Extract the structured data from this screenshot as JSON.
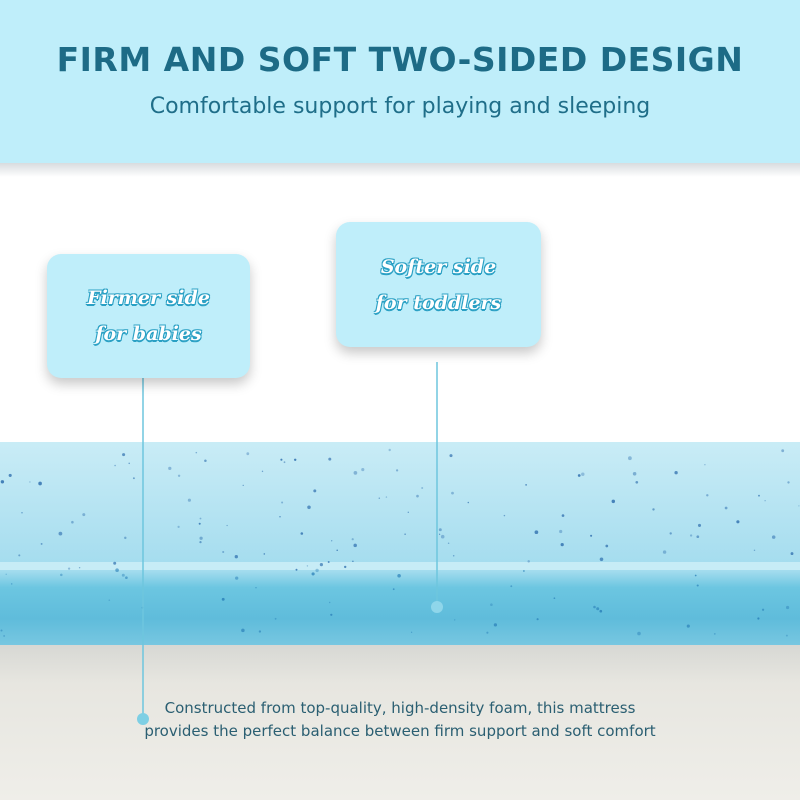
{
  "banner": {
    "title": "FIRM AND SOFT TWO-SIDED DESIGN",
    "subtitle": "Comfortable support for playing and sleeping"
  },
  "callouts": {
    "firm": {
      "line1": "Firmer side",
      "line2": "for babies"
    },
    "soft": {
      "line1": "Softer side",
      "line2": "for toddlers"
    }
  },
  "description": {
    "line1": "Constructed from top-quality, high-density foam, this mattress",
    "line2": "provides the perfect balance between firm support and soft comfort"
  },
  "colors": {
    "banner_bg": "#bfeefa",
    "title_text": "#1d6b86",
    "foam_blue": "#7fd0e6",
    "foam_gray": "#e6e5df",
    "speckle": "#2a6fb0"
  }
}
